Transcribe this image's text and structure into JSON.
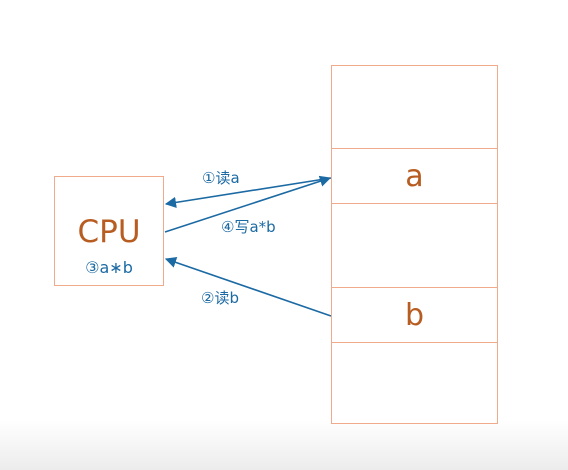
{
  "cpu": {
    "title": "CPU",
    "operation": "③a∗b"
  },
  "memory": {
    "cells": [
      {
        "label": ""
      },
      {
        "label": "a"
      },
      {
        "label": ""
      },
      {
        "label": "b"
      },
      {
        "label": ""
      }
    ]
  },
  "arrows": {
    "read_a": "①读a",
    "write_ab": "④写a*b",
    "read_b": "②读b"
  },
  "colors": {
    "box_border": "#f0ab8c",
    "box_text": "#b85d22",
    "arrow": "#1c6aa3"
  }
}
